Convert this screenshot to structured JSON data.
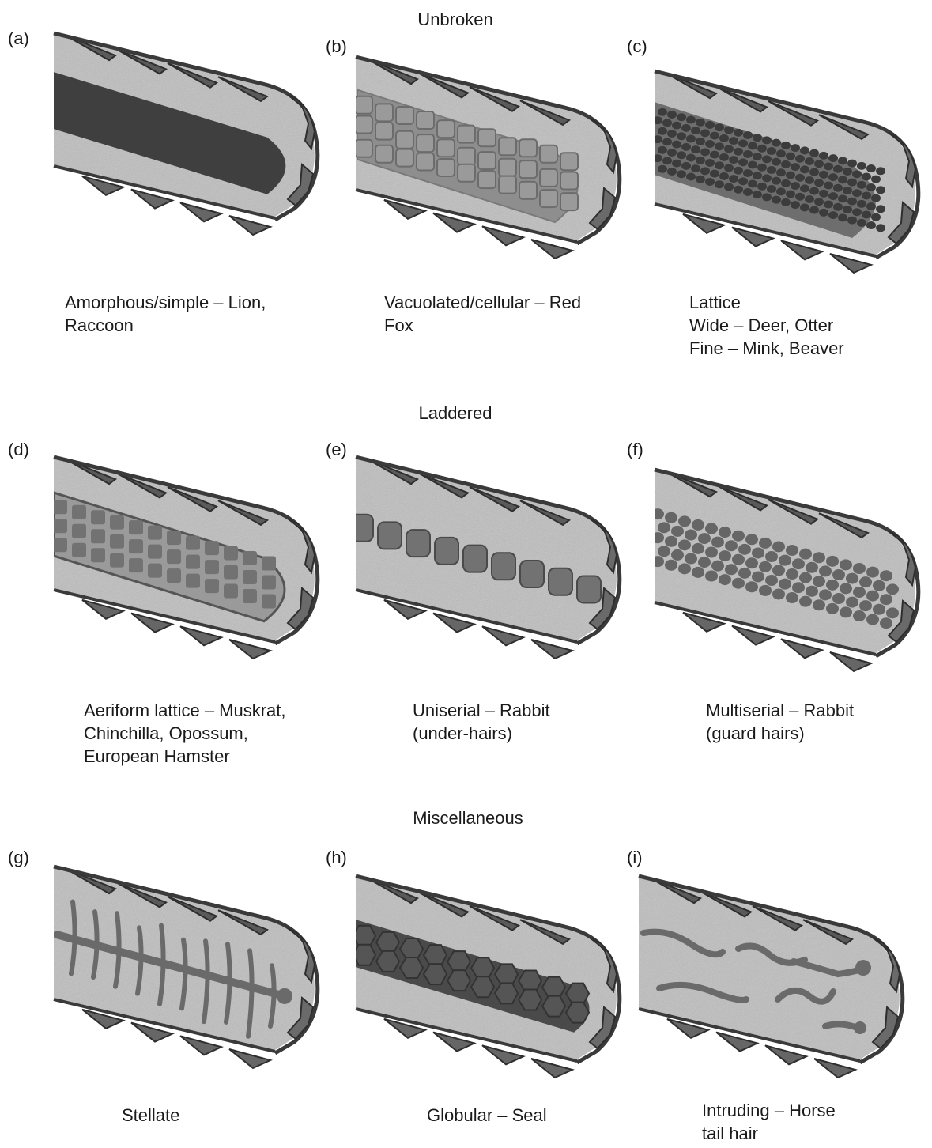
{
  "sections": [
    {
      "title": "Unbroken"
    },
    {
      "title": "Laddered"
    },
    {
      "title": "Miscellaneous"
    }
  ],
  "panels": [
    {
      "letter": "(a)",
      "pattern": "amorphous",
      "caption": [
        "Amorphous/simple – Lion,",
        "Raccoon"
      ]
    },
    {
      "letter": "(b)",
      "pattern": "vacuolated",
      "caption": [
        "Vacuolated/cellular – Red",
        "Fox"
      ]
    },
    {
      "letter": "(c)",
      "pattern": "lattice",
      "caption": [
        "Lattice",
        "Wide – Deer, Otter",
        "Fine – Mink, Beaver"
      ]
    },
    {
      "letter": "(d)",
      "pattern": "aeriform",
      "caption": [
        "Aeriform lattice – Muskrat,",
        "Chinchilla, Opossum,",
        "European Hamster"
      ]
    },
    {
      "letter": "(e)",
      "pattern": "uniserial",
      "caption": [
        "Uniserial – Rabbit",
        "(under-hairs)"
      ]
    },
    {
      "letter": "(f)",
      "pattern": "multiserial",
      "caption": [
        "Multiserial – Rabbit",
        "(guard hairs)"
      ]
    },
    {
      "letter": "(g)",
      "pattern": "stellate",
      "caption": [
        "Stellate"
      ]
    },
    {
      "letter": "(h)",
      "pattern": "globular",
      "caption": [
        "Globular – Seal"
      ]
    },
    {
      "letter": "(i)",
      "pattern": "intruding",
      "caption": [
        "Intruding – Horse",
        "tail hair"
      ]
    }
  ]
}
